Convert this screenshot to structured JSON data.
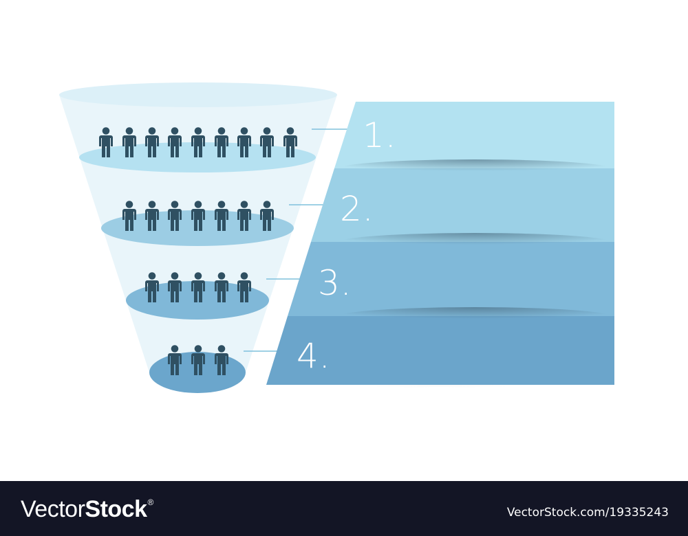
{
  "diagram": {
    "type": "funnel",
    "levels": [
      {
        "label": "1.",
        "people_count": 9,
        "color": "#b3e2f1"
      },
      {
        "label": "2.",
        "people_count": 7,
        "color": "#9bd0e6"
      },
      {
        "label": "3.",
        "people_count": 5,
        "color": "#80b9d9"
      },
      {
        "label": "4.",
        "people_count": 3,
        "color": "#6ba5cb"
      }
    ],
    "colors": {
      "funnel_body": "#e8f4fa",
      "funnel_top": "#d9eff8",
      "person_icon": "#2f5062",
      "connector": "#7fc0dc",
      "footer_bg": "#131525"
    }
  },
  "footer": {
    "brand_light": "Vector",
    "brand_bold": "Stock",
    "brand_mark": "®",
    "image_id": "VectorStock.com/19335243"
  }
}
